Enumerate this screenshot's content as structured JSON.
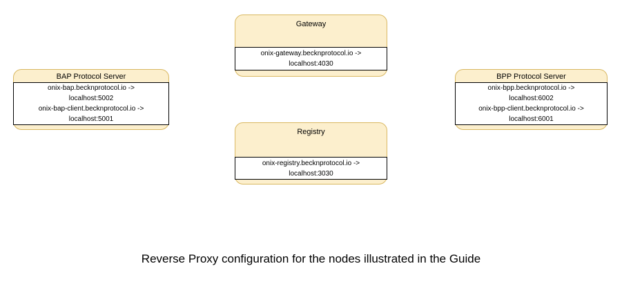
{
  "diagram": {
    "type": "architecture-boxes",
    "background_color": "#ffffff",
    "node_fill_color": "#fcefcd",
    "node_border_color": "#d9b861",
    "compartment_border_color": "#000000",
    "text_color": "#000000",
    "nodes": [
      {
        "id": "gateway",
        "title": "Gateway",
        "mappings": [
          "onix-gateway.becknprotocol.io ->",
          "localhost:4030"
        ]
      },
      {
        "id": "registry",
        "title": "Registry",
        "mappings": [
          "onix-registry.becknprotocol.io ->",
          "localhost:3030"
        ]
      },
      {
        "id": "bap",
        "title": "BAP Protocol Server",
        "mappings": [
          "onix-bap.becknprotocol.io ->",
          "localhost:5002",
          "onix-bap-client.becknprotocol.io ->",
          "localhost:5001"
        ]
      },
      {
        "id": "bpp",
        "title": "BPP Protocol Server",
        "mappings": [
          "onix-bpp.becknprotocol.io ->",
          "localhost:6002",
          "onix-bpp-client.becknprotocol.io ->",
          "localhost:6001"
        ]
      }
    ]
  },
  "caption": {
    "text": "Reverse Proxy configuration for the nodes illustrated in the Guide"
  }
}
